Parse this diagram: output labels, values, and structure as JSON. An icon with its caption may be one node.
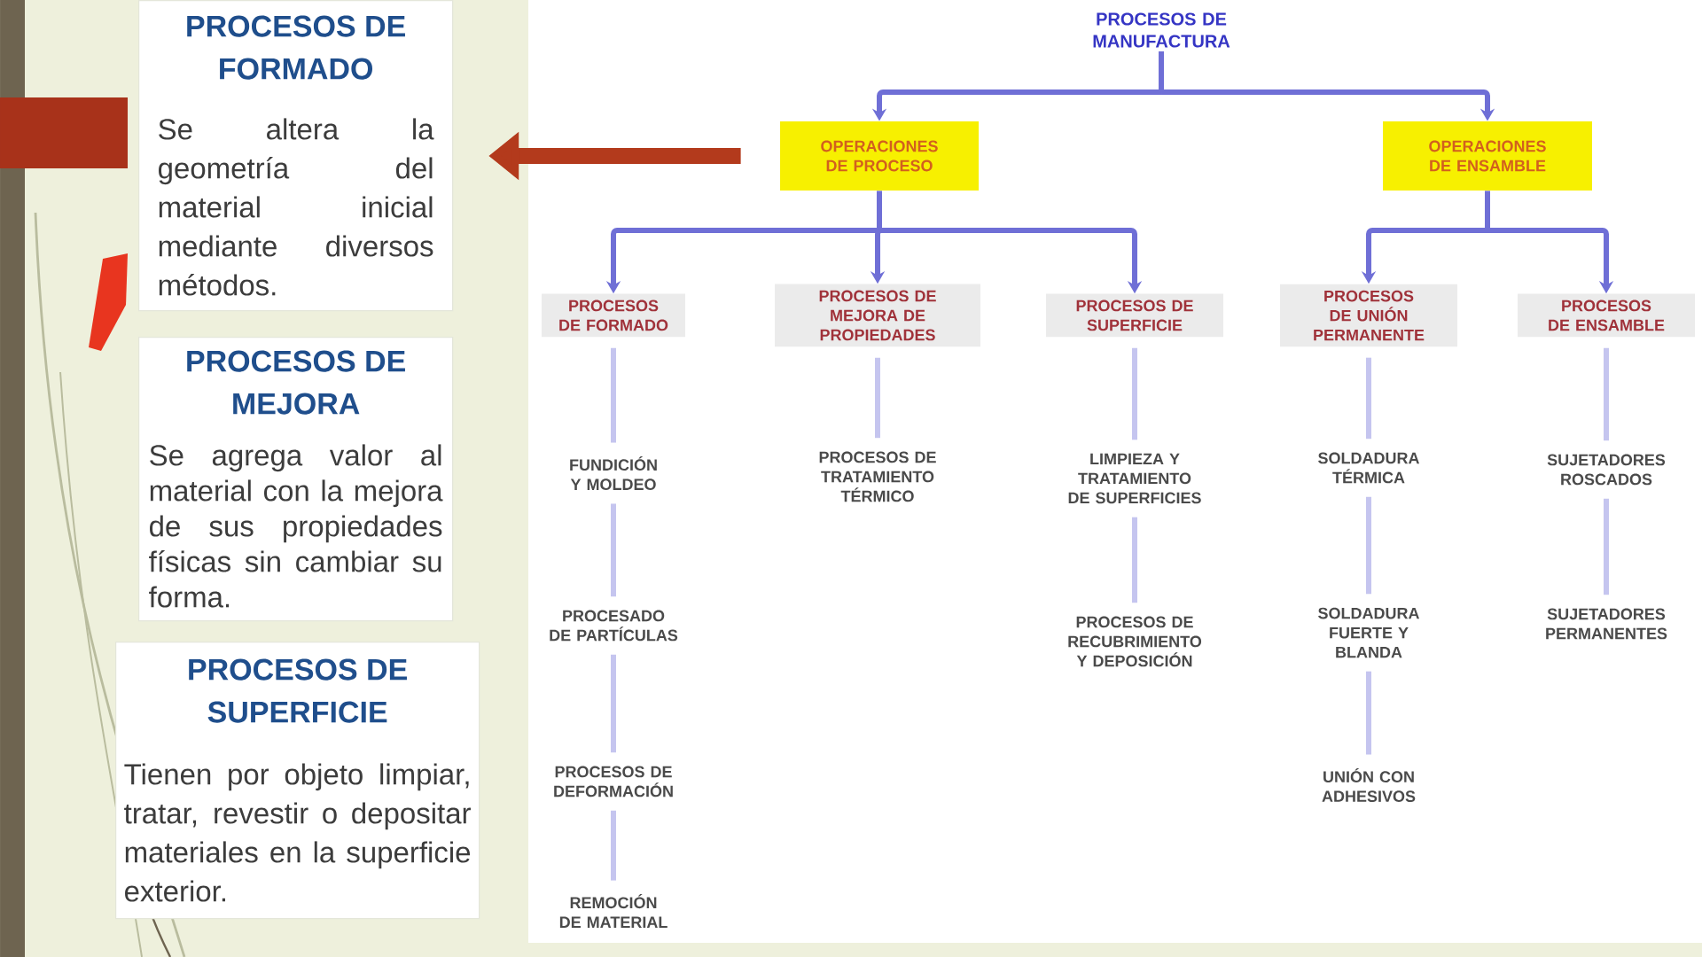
{
  "diagram": {
    "nodes": [
      {
        "text": [
          "PROCESOS DE FORMADO",
          "Se altera la geometría del material inicial mediante diversos métodos."
        ]
      },
      {
        "text": [
          "PROCESOS DE MEJORA",
          "Se agrega valor al material con la mejora de sus propiedades físicas sin cambiar su forma."
        ]
      },
      {
        "text": [
          "PROCESOS DE SUPERFICIE",
          "Tienen por objeto limpiar, tratar, revestir o depositar materiales en la superficie exterior."
        ]
      },
      {
        "text": [
          "PROCESOS DE MANUFACTURA"
        ]
      },
      {
        "text": [
          "OPERACIONES DE PROCESO"
        ]
      },
      {
        "text": [
          "OPERACIONES DE ENSAMBLE"
        ]
      },
      {
        "text": [
          "PROCESOS DE FORMADO"
        ]
      },
      {
        "text": [
          "PROCESOS DE MEJORA DE PROPIEDADES"
        ]
      },
      {
        "text": [
          "PROCESOS DE SUPERFICIE"
        ]
      },
      {
        "text": [
          "PROCESOS DE UNIÓN PERMANENTE"
        ]
      },
      {
        "text": [
          "PROCESOS DE ENSAMBLE"
        ]
      },
      {
        "text": [
          "FUNDICIÓN Y MOLDEO"
        ]
      },
      {
        "text": [
          "PROCESADO DE PARTÍCULAS"
        ]
      },
      {
        "text": [
          "PROCESOS DE DEFORMACIÓN"
        ]
      },
      {
        "text": [
          "REMOCIÓN DE MATERIAL"
        ]
      },
      {
        "text": [
          "PROCESOS DE TRATAMIENTO TÉRMICO"
        ]
      },
      {
        "text": [
          "LIMPIEZA Y TRATAMIENTO DE SUPERFICIES"
        ]
      },
      {
        "text": [
          "PROCESOS DE RECUBRIMIENTO Y DEPOSICIÓN"
        ]
      },
      {
        "text": [
          "SOLDADURA TÉRMICA"
        ]
      },
      {
        "text": [
          "SOLDADURA FUERTE Y BLANDA"
        ]
      },
      {
        "text": [
          "UNIÓN CON ADHESIVOS"
        ]
      },
      {
        "text": [
          "SUJETADORES ROSCADOS"
        ]
      },
      {
        "text": [
          "SUJETADORES PERMANENTES"
        ]
      }
    ],
    "edges": [
      {
        "from": 3,
        "to": 4,
        "arrow": "to",
        "color": "#6f6fd6"
      },
      {
        "from": 3,
        "to": 5,
        "arrow": "to",
        "color": "#6f6fd6"
      },
      {
        "from": 4,
        "to": 6,
        "arrow": "to",
        "color": "#6f6fd6"
      },
      {
        "from": 4,
        "to": 7,
        "arrow": "to",
        "color": "#6f6fd6"
      },
      {
        "from": 4,
        "to": 8,
        "arrow": "to",
        "color": "#6f6fd6"
      },
      {
        "from": 5,
        "to": 9,
        "arrow": "to",
        "color": "#6f6fd6"
      },
      {
        "from": 5,
        "to": 10,
        "arrow": "to",
        "color": "#6f6fd6"
      },
      {
        "from": 6,
        "to": 11,
        "arrow": "none"
      },
      {
        "from": 11,
        "to": 12,
        "arrow": "none"
      },
      {
        "from": 12,
        "to": 13,
        "arrow": "none"
      },
      {
        "from": 13,
        "to": 14,
        "arrow": "none"
      },
      {
        "from": 7,
        "to": 15,
        "arrow": "none"
      },
      {
        "from": 8,
        "to": 16,
        "arrow": "none"
      },
      {
        "from": 16,
        "to": 17,
        "arrow": "none"
      },
      {
        "from": 9,
        "to": 18,
        "arrow": "none"
      },
      {
        "from": 18,
        "to": 19,
        "arrow": "none"
      },
      {
        "from": 19,
        "to": 20,
        "arrow": "none"
      },
      {
        "from": 10,
        "to": 21,
        "arrow": "none"
      },
      {
        "from": 21,
        "to": 22,
        "arrow": "none"
      },
      {
        "from": 4,
        "to": 0,
        "arrow": "to",
        "style": "thick",
        "color": "#b33a1c"
      }
    ]
  }
}
